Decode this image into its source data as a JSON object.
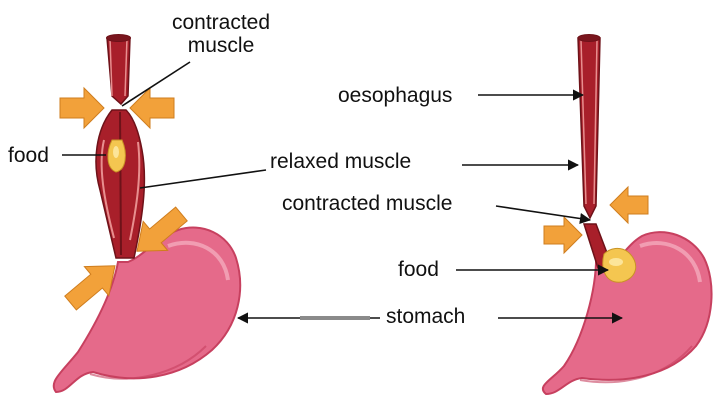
{
  "labels": {
    "contracted_muscle_left_line1": "contracted",
    "contracted_muscle_left_line2": "muscle",
    "food_left": "food",
    "relaxed_muscle": "relaxed muscle",
    "oesophagus": "oesophagus",
    "contracted_muscle_right": "contracted muscle",
    "food_right": "food",
    "stomach": "stomach"
  },
  "colors": {
    "stomach_fill": "#e56a8a",
    "stomach_dark": "#c7405f",
    "muscle": "#a81f2a",
    "muscle_dark": "#6e1219",
    "muscle_light": "#e88f8f",
    "food": "#f4c650",
    "food_highlight": "#fce59a",
    "arrow": "#f2a13a",
    "arrow_edge": "#cf7d1e",
    "pointer": "#111111",
    "text": "#111111"
  }
}
